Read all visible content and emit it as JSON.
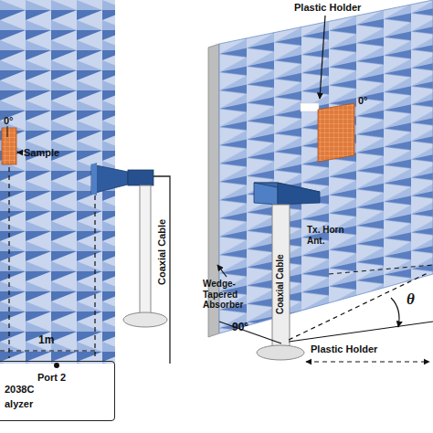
{
  "diagram": {
    "nodes": [
      {
        "text": [
          "Port 2",
          "2038C",
          "alyzer"
        ]
      }
    ],
    "labels": [
      "0°",
      "Sample",
      "1m",
      "Coaxial Cable",
      "Plastic Holder",
      "0°",
      "Wedge-Tapered Absorber",
      "Coaxial Cable",
      "Tx. Horn Ant.",
      "90°",
      "Plastic Holder",
      "θ"
    ]
  }
}
